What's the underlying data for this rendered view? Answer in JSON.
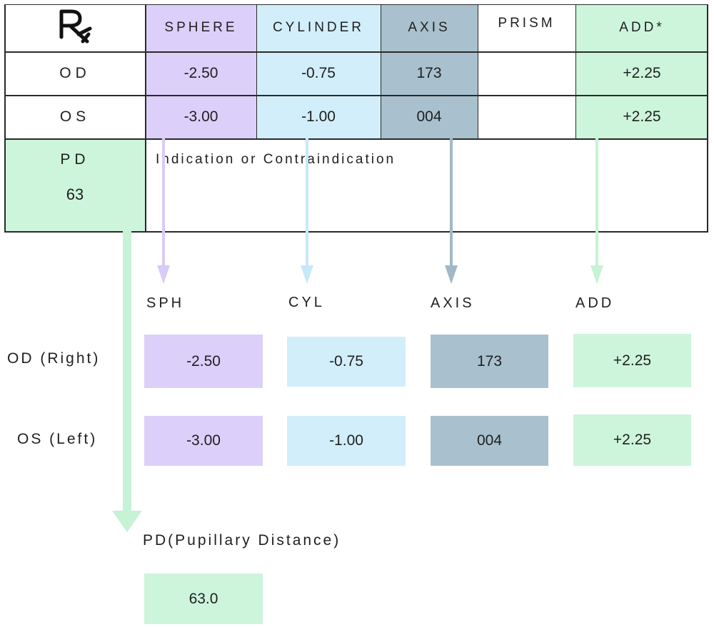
{
  "colors": {
    "sphere": "#dccffa",
    "cylinder": "#d2eefa",
    "axis": "#a9c1ce",
    "add": "#cdf5dc",
    "pd": "#cdf5dc",
    "line": "#2a2a2a"
  },
  "rx_table": {
    "symbol": "℞",
    "headers": {
      "sphere": "SPHERE",
      "cylinder": "CYLINDER",
      "axis": "AXIS",
      "prism": "PRISM",
      "add": "ADD*"
    },
    "rows": [
      {
        "label": "OD",
        "sphere": "-2.50",
        "cylinder": "-0.75",
        "axis": "173",
        "prism": "",
        "add": "+2.25"
      },
      {
        "label": "OS",
        "sphere": "-3.00",
        "cylinder": "-1.00",
        "axis": "004",
        "prism": "",
        "add": "+2.25"
      }
    ],
    "pd_label": "PD",
    "pd_value": "63",
    "indication_label": "Indication or Contraindication"
  },
  "breakdown": {
    "col_labels": {
      "sph": "SPH",
      "cyl": "CYL",
      "axis": "AXIS",
      "add": "ADD"
    },
    "row_labels": {
      "od": "OD (Right)",
      "os": "OS (Left)"
    },
    "od": {
      "sph": "-2.50",
      "cyl": "-0.75",
      "axis": "173",
      "add": "+2.25"
    },
    "os": {
      "sph": "-3.00",
      "cyl": "-1.00",
      "axis": "004",
      "add": "+2.25"
    },
    "pd_label": "PD(Pupillary Distance)",
    "pd_value": "63.0"
  }
}
